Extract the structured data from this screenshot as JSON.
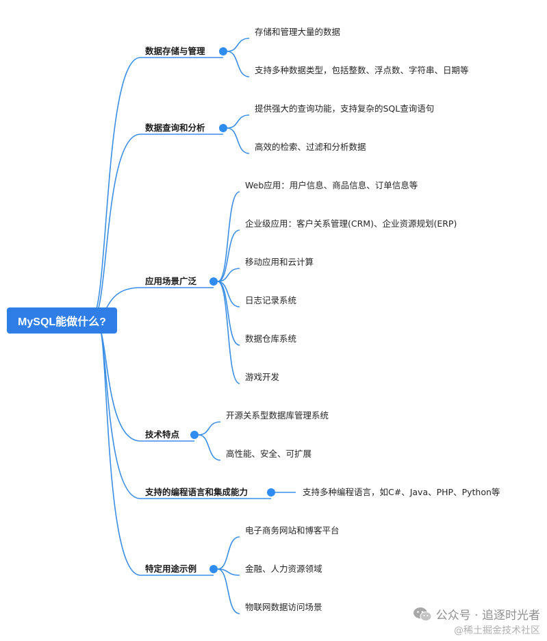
{
  "root": {
    "label": "MySQL能做什么?"
  },
  "branches": [
    {
      "label": "数据存储与管理",
      "children": [
        "存储和管理大量的数据",
        "支持多种数据类型，包括整数、浮点数、字符串、日期等"
      ]
    },
    {
      "label": "数据查询和分析",
      "children": [
        "提供强大的查询功能，支持复杂的SQL查询语句",
        "高效的检索、过滤和分析数据"
      ]
    },
    {
      "label": "应用场景广泛",
      "children": [
        "Web应用：用户信息、商品信息、订单信息等",
        "企业级应用：客户关系管理(CRM)、企业资源规划(ERP)",
        "移动应用和云计算",
        "日志记录系统",
        "数据仓库系统",
        "游戏开发"
      ]
    },
    {
      "label": "技术特点",
      "children": [
        "开源关系型数据库管理系统",
        "高性能、安全、可扩展"
      ]
    },
    {
      "label": "支持的编程语言和集成能力",
      "children": [
        "支持多种编程语言，如C#、Java、PHP、Python等"
      ]
    },
    {
      "label": "特定用途示例",
      "children": [
        "电子商务网站和博客平台",
        "金融、人力资源领域",
        "物联网数据访问场景"
      ]
    }
  ],
  "watermark": {
    "line1": "公众号 · 追逐时光者",
    "line2": "@稀土掘金技术社区"
  },
  "colors": {
    "line": "#3a8ee6",
    "root_bg": "#2f7ee8",
    "dot": "#2f8cf0"
  }
}
